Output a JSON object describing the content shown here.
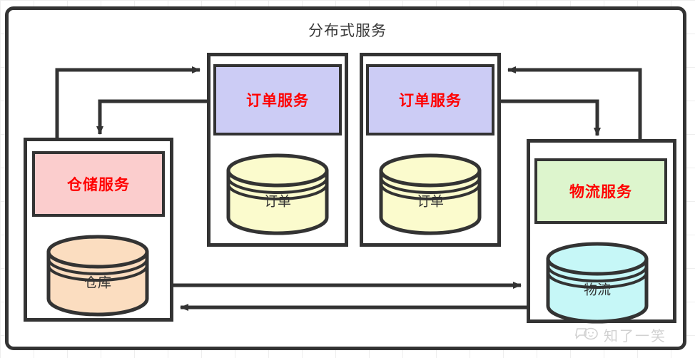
{
  "diagram": {
    "title": "分布式服务",
    "watermark": {
      "text": "知了一笑",
      "icon": "speech-bubble-emoji-icon"
    },
    "colors": {
      "stroke": "#333333",
      "service_text": "#ff0000",
      "order_service_fill": "#ccccf5",
      "warehouse_service_fill": "#fbcdcd",
      "logistics_service_fill": "#ddf5cd",
      "order_db_fill": "#fbfbcd",
      "warehouse_db_fill": "#fbddc0",
      "logistics_db_fill": "#c6f7f7",
      "background": "#ffffff",
      "grid": "#eeeeee"
    },
    "groups": [
      {
        "id": "order-group-1",
        "service": {
          "label": "订单服务",
          "fill": "#ccccf5"
        },
        "database": {
          "label": "订单",
          "fill": "#fbfbcd"
        }
      },
      {
        "id": "order-group-2",
        "service": {
          "label": "订单服务",
          "fill": "#ccccf5"
        },
        "database": {
          "label": "订单",
          "fill": "#fbfbcd"
        }
      },
      {
        "id": "warehouse-group",
        "service": {
          "label": "仓储服务",
          "fill": "#fbcdcd"
        },
        "database": {
          "label": "仓库",
          "fill": "#fbddc0"
        }
      },
      {
        "id": "logistics-group",
        "service": {
          "label": "物流服务",
          "fill": "#ddf5cd"
        },
        "database": {
          "label": "物流",
          "fill": "#c6f7f7"
        }
      }
    ],
    "connectors": [
      {
        "name": "warehouse-to-order-1",
        "from": "warehouse-group",
        "to": "order-group-1",
        "direction": "right"
      },
      {
        "name": "order-1-to-warehouse",
        "from": "order-group-1",
        "to": "warehouse-group",
        "direction": "down"
      },
      {
        "name": "logistics-to-order-2",
        "from": "logistics-group",
        "to": "order-group-2",
        "direction": "left"
      },
      {
        "name": "order-2-to-logistics",
        "from": "order-group-2",
        "to": "logistics-group",
        "direction": "down"
      },
      {
        "name": "warehouse-to-logistics",
        "from": "warehouse-group",
        "to": "logistics-group",
        "direction": "right"
      },
      {
        "name": "logistics-to-warehouse",
        "from": "logistics-group",
        "to": "warehouse-group",
        "direction": "left"
      }
    ]
  }
}
